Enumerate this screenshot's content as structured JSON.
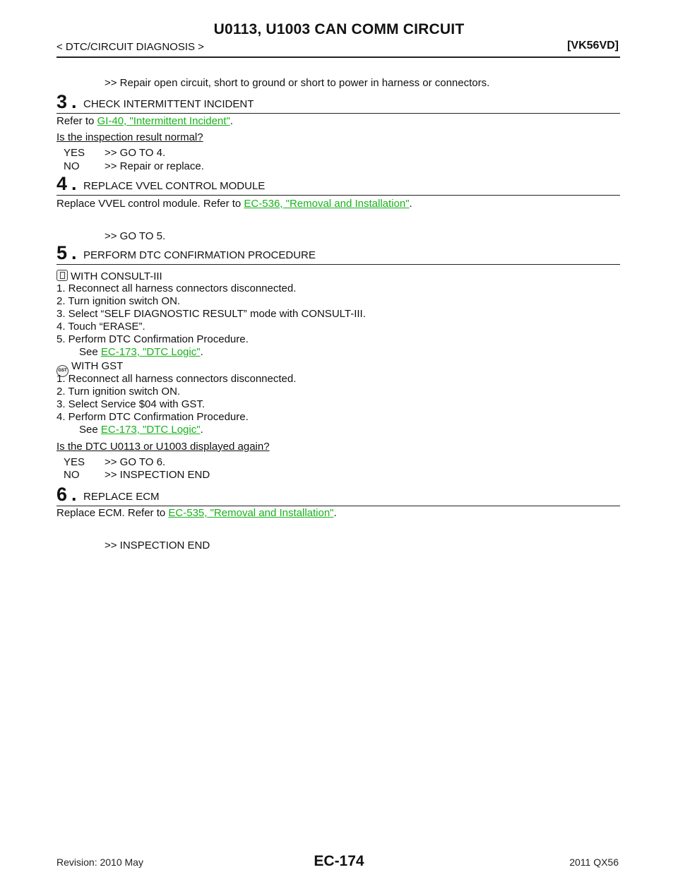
{
  "header": {
    "title": "U0113, U1003 CAN COMM CIRCUIT",
    "section": "< DTC/CIRCUIT DIAGNOSIS >",
    "model": "[VK56VD]"
  },
  "intro_arrow": ">> Repair open circuit, short to ground or short to power in harness or connectors.",
  "step3": {
    "num": "3",
    "title": "CHECK INTERMITTENT INCIDENT",
    "refer_pre": "Refer to ",
    "refer_link": "GI-40, \"Intermittent Incident\"",
    "refer_post": ".",
    "question": "Is the inspection result normal?",
    "yes_key": "YES",
    "yes_val": ">> GO TO 4.",
    "no_key": "NO",
    "no_val": ">> Repair or replace."
  },
  "step4": {
    "num": "4",
    "title": "REPLACE VVEL CONTROL MODULE",
    "text_pre": "Replace VVEL control module. Refer to ",
    "link": "EC-536, \"Removal and Installation\"",
    "text_post": ".",
    "arrow": ">> GO TO 5."
  },
  "step5": {
    "num": "5",
    "title": "PERFORM DTC CONFIRMATION PROCEDURE",
    "consult_title": "WITH CONSULT-III",
    "consult_steps": [
      "1.  Reconnect all harness connectors disconnected.",
      "2.  Turn ignition switch ON.",
      "3.  Select “SELF DIAGNOSTIC RESULT” mode with CONSULT-III.",
      "4.  Touch “ERASE”.",
      "5.  Perform DTC Confirmation Procedure."
    ],
    "see_pre": "See ",
    "see_link": "EC-173, \"DTC Logic\"",
    "see_post": ".",
    "gst_icon_text": "GST",
    "gst_title": "WITH GST",
    "gst_steps": [
      "1.  Reconnect all harness connectors disconnected.",
      "2.  Turn ignition switch ON.",
      "3.  Select Service $04 with GST.",
      "4.  Perform DTC Confirmation Procedure."
    ],
    "question": "Is the DTC U0113 or U1003 displayed again?",
    "yes_key": "YES",
    "yes_val": ">> GO TO 6.",
    "no_key": "NO",
    "no_val": ">> INSPECTION END"
  },
  "step6": {
    "num": "6",
    "title": "REPLACE ECM",
    "text_pre": "Replace ECM. Refer to ",
    "link": "EC-535, \"Removal and Installation\"",
    "text_post": ".",
    "arrow": ">> INSPECTION END"
  },
  "footer": {
    "page": "EC-174",
    "revision": "Revision: 2010 May",
    "model_year": "2011 QX56"
  },
  "colors": {
    "link": "#19b21b",
    "text": "#111111"
  }
}
